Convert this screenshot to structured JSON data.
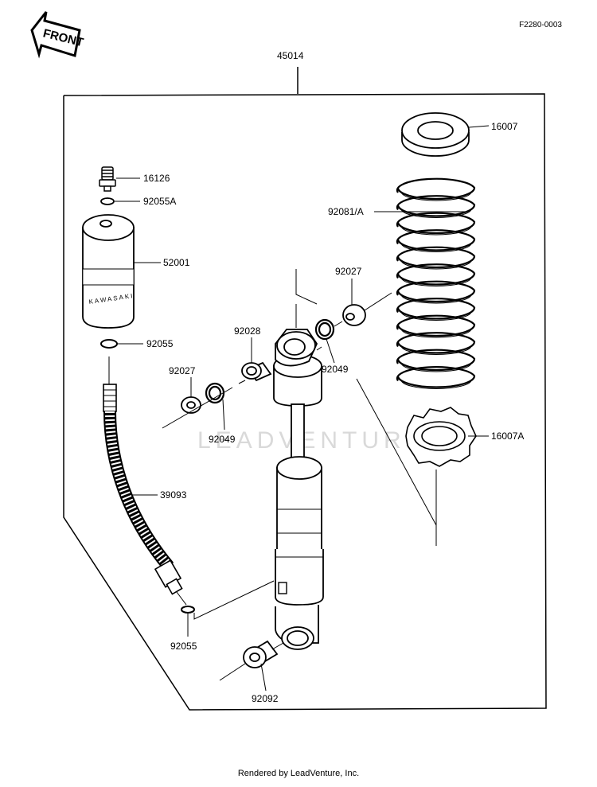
{
  "diagram": {
    "ref_code": "F2280-0003",
    "front_label": "FRONT",
    "watermark": "LEADVENTURE",
    "cylinder_text": "KAWASAKI",
    "footer": "Rendered by LeadVenture, Inc."
  },
  "parts": [
    {
      "id": "45014"
    },
    {
      "id": "16007"
    },
    {
      "id": "16126"
    },
    {
      "id": "92055A"
    },
    {
      "id": "92081/A"
    },
    {
      "id": "52001"
    },
    {
      "id": "92027"
    },
    {
      "id": "92028"
    },
    {
      "id": "92049"
    },
    {
      "id": "92055"
    },
    {
      "id": "92027"
    },
    {
      "id": "92049"
    },
    {
      "id": "16007A"
    },
    {
      "id": "39093"
    },
    {
      "id": "92055"
    },
    {
      "id": "92092"
    }
  ]
}
